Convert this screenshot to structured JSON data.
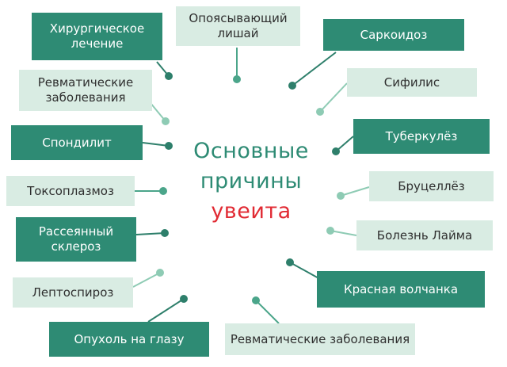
{
  "title": {
    "line1": "Основные",
    "line2": "причины",
    "line3": "увеита"
  },
  "colors": {
    "dark-box": "#2e8b74",
    "light-box": "#d9ece3",
    "dark-box-text": "#ffffff",
    "light-box-text": "#2f2f2f",
    "title-green": "#2e8b74",
    "title-red": "#e12a33",
    "line-dark": "#2e7f6b",
    "line-mid": "#4ba58a",
    "line-light": "#8ecbb4",
    "background": "#ffffff"
  },
  "causes": [
    {
      "label": "Хирургическое лечение",
      "variant": "dark"
    },
    {
      "label": "Опоясывающий лишай",
      "variant": "light"
    },
    {
      "label": "Саркоидоз",
      "variant": "dark"
    },
    {
      "label": "Ревматические заболевания",
      "variant": "light"
    },
    {
      "label": "Сифилис",
      "variant": "light"
    },
    {
      "label": "Спондилит",
      "variant": "dark"
    },
    {
      "label": "Туберкулёз",
      "variant": "dark"
    },
    {
      "label": "Токсоплазмоз",
      "variant": "light"
    },
    {
      "label": "Бруцеллёз",
      "variant": "light"
    },
    {
      "label": "Рассеянный склероз",
      "variant": "dark"
    },
    {
      "label": "Болезнь Лайма",
      "variant": "light"
    },
    {
      "label": "Лептоспироз",
      "variant": "light"
    },
    {
      "label": "Красная волчанка",
      "variant": "dark"
    },
    {
      "label": "Опухоль на глазу",
      "variant": "dark"
    },
    {
      "label": "Ревматические заболевания",
      "variant": "light"
    }
  ]
}
